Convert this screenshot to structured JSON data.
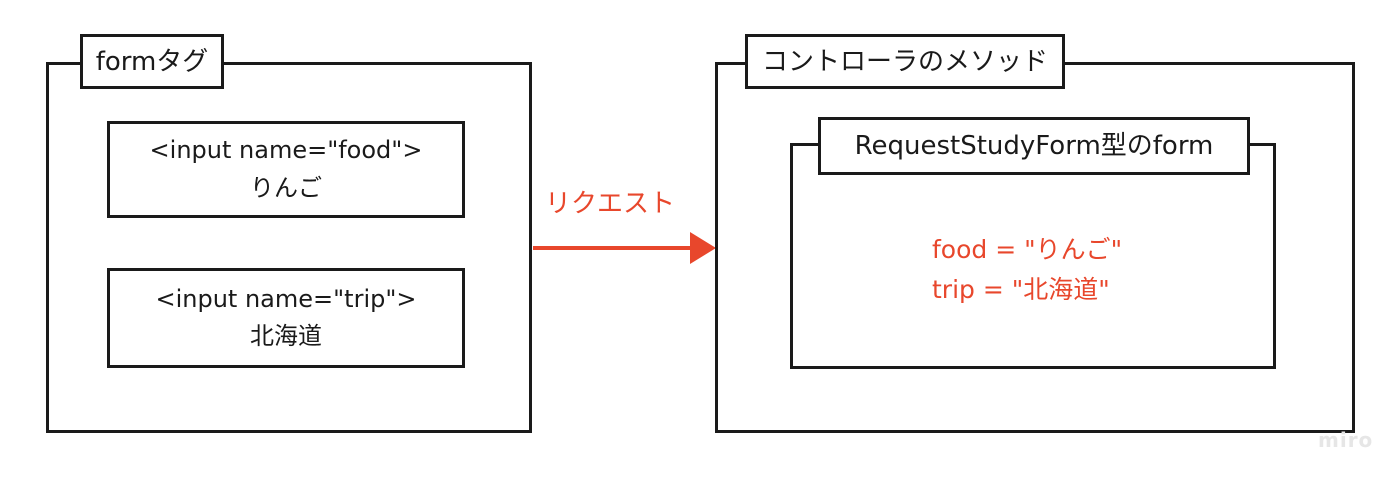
{
  "form_tag": {
    "title": "formタグ",
    "fields": [
      {
        "tag": "<input name=\"food\">",
        "value": "りんご"
      },
      {
        "tag": "<input name=\"trip\">",
        "value": "北海道"
      }
    ]
  },
  "arrow": {
    "label": "リクエスト",
    "color": "#e8472c"
  },
  "controller": {
    "title": "コントローラのメソッド",
    "inner_title": "RequestStudyForm型のform",
    "values": [
      "food = \"りんご\"",
      "trip = \"北海道\""
    ]
  },
  "watermark": "miro"
}
